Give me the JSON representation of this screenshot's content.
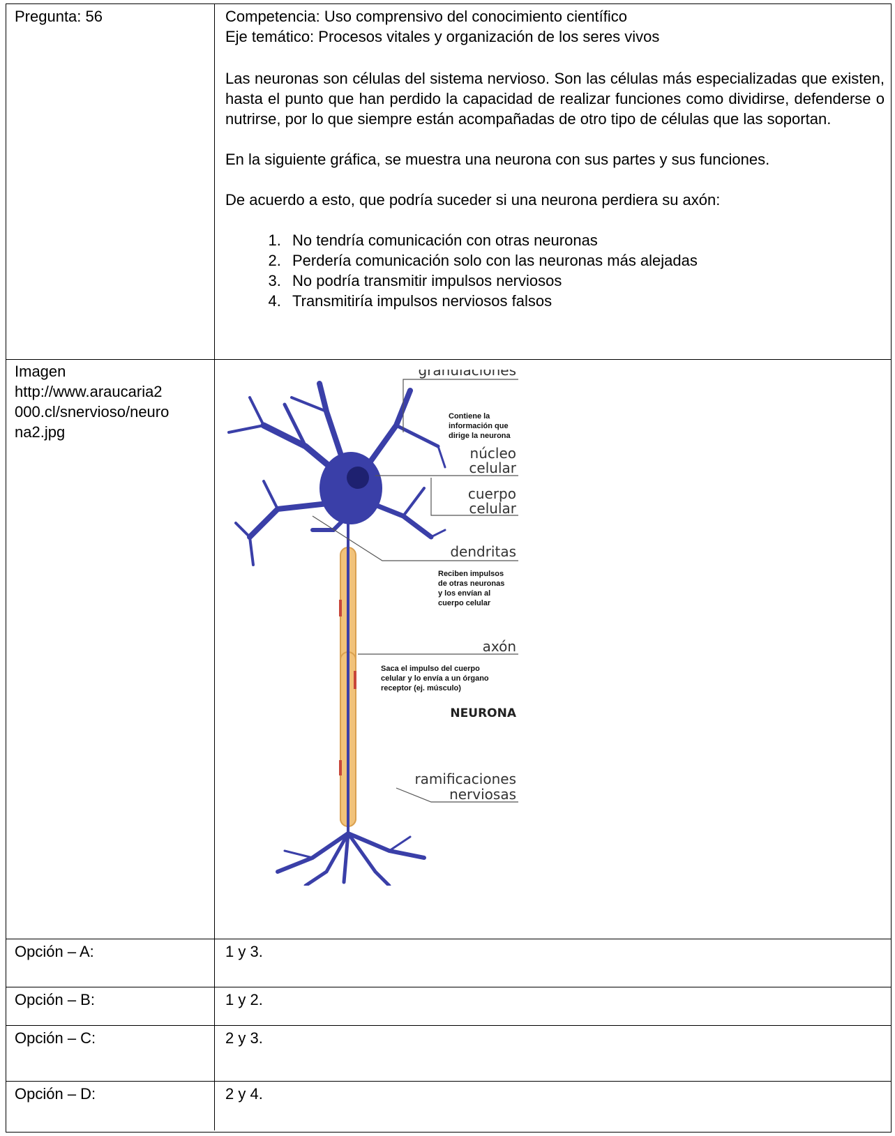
{
  "question": {
    "number_label": "Pregunta: 56",
    "competence": "Competencia: Uso comprensivo del conocimiento científico",
    "axis": "Eje temático:  Procesos vitales y organización de los seres vivos",
    "paragraph1": "Las neuronas son células del sistema nervioso. Son las células más especializadas que existen, hasta el punto que han perdido la capacidad de realizar funciones como dividirse, defenderse o nutrirse, por lo que siempre están acompañadas de otro tipo de células que las soportan.",
    "paragraph2": "En la siguiente gráfica, se muestra una neurona con sus partes y sus funciones.",
    "paragraph3": "De acuerdo a esto, que podría suceder si una neurona perdiera su axón:",
    "statements": [
      "No tendría comunicación con otras neuronas",
      "Perdería comunicación solo con las neuronas más alejadas",
      "No podría transmitir impulsos nerviosos",
      "Transmitiría impulsos nerviosos falsos"
    ]
  },
  "image_row": {
    "label_line1": "Imagen",
    "label_line2": "http://www.araucaria2",
    "label_line3": "000.cl/snervioso/neuro",
    "label_line4": "na2.jpg",
    "figure": {
      "granulaciones": "granulaciones",
      "nucleus_note_1": "Contiene la",
      "nucleus_note_2": "información que",
      "nucleus_note_3": "dirige la neurona",
      "nucleo_1": "núcleo",
      "nucleo_2": "celular",
      "cuerpo_1": "cuerpo",
      "cuerpo_2": "celular",
      "dendritas": "dendritas",
      "dend_note_1": "Reciben impulsos",
      "dend_note_2": "de otras neuronas",
      "dend_note_3": "y los envían al",
      "dend_note_4": "cuerpo celular",
      "axon": "axón",
      "axon_note_1": "Saca el impulso del cuerpo",
      "axon_note_2": "celular y lo envía a un órgano",
      "axon_note_3": "receptor (ej. músculo)",
      "neurona": "NEURONA",
      "ramif_1": "ramificaciones",
      "ramif_2": "nerviosas"
    }
  },
  "options": [
    {
      "label": "Opción – A:",
      "value": "1 y 3."
    },
    {
      "label": "Opción – B:",
      "value": "1 y 2."
    },
    {
      "label": "Opción – C:",
      "value": "2 y 3."
    },
    {
      "label": "Opción – D:",
      "value": "2 y 4."
    }
  ],
  "colors": {
    "neuron": "#3a3fa8",
    "neuron_dark": "#1e2170",
    "myelin": "#f1c27a",
    "myelin_edge": "#d9a050",
    "node": "#c8463a"
  }
}
